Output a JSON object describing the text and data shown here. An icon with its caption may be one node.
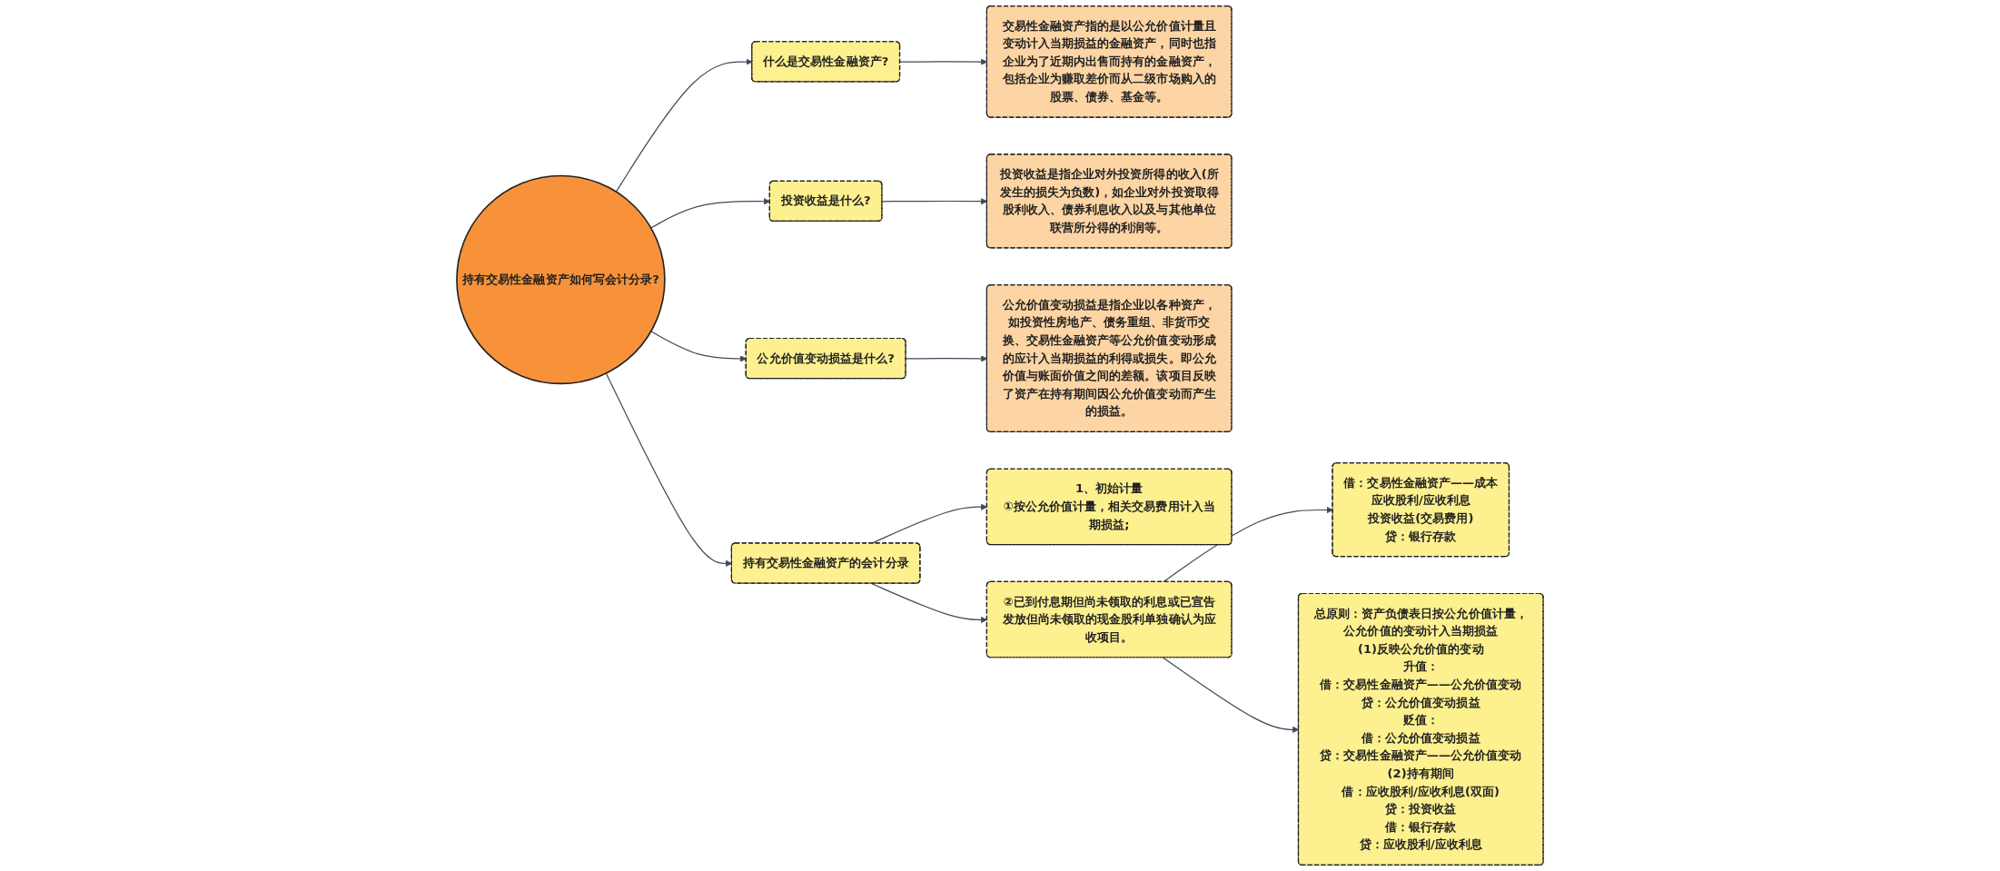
{
  "diagram": {
    "nodes": [
      {
        "text": [
          "持有交易性金融资产如何写会计分录?"
        ]
      },
      {
        "text": [
          "什么是交易性金融资产?"
        ]
      },
      {
        "text": [
          "交易性金融资产指的是以公允价值计量且变动计入当期损益的金融资产，同时也指企业为了近期内出售而持有的金融资产，包括企业为赚取差价而从二级市场购入的股票、债券、基金等。"
        ]
      },
      {
        "text": [
          "投资收益是什么?"
        ]
      },
      {
        "text": [
          "投资收益是指企业对外投资所得的收入(所发生的损失为负数)，如企业对外投资取得股利收入、债券利息收入以及与其他单位联营所分得的利润等。"
        ]
      },
      {
        "text": [
          "公允价值变动损益是什么?"
        ]
      },
      {
        "text": [
          "公允价值变动损益是指企业以各种资产，如投资性房地产、债务重组、非货币交换、交易性金融资产等公允价值变动形成的应计入当期损益的利得或损失。即公允价值与账面价值之间的差额。该项目反映了资产在持有期间因公允价值变动而产生的损益。"
        ]
      },
      {
        "text": [
          "持有交易性金融资产的会计分录"
        ]
      },
      {
        "text": [
          "1、初始计量",
          "①按公允价值计量，相关交易费用计入当期损益;"
        ]
      },
      {
        "text": [
          "②已到付息期但尚未领取的利息或已宣告发放但尚未领取的现金股利单独确认为应收项目。"
        ]
      },
      {
        "text": [
          "借：交易性金融资产——成本",
          "应收股利/应收利息",
          "投资收益(交易费用)",
          "贷：银行存款"
        ]
      },
      {
        "text": [
          "总原则：资产负债表日按公允价值计量，公允价值的变动计入当期损益",
          "(1)反映公允价值的变动",
          "升值：",
          "借：交易性金融资产——公允价值变动",
          "贷：公允价值变动损益",
          "贬值：",
          "借：公允价值变动损益",
          "贷：交易性金融资产——公允价值变动",
          "(2)持有期间",
          "借：应收股利/应收利息(双面)",
          "贷：投资收益",
          "借：银行存款",
          "贷：应收股利/应收利息"
        ]
      }
    ],
    "edges": [
      {
        "from": 0,
        "to": 1,
        "arrow": "to"
      },
      {
        "from": 1,
        "to": 2,
        "arrow": "to"
      },
      {
        "from": 0,
        "to": 3,
        "arrow": "to"
      },
      {
        "from": 3,
        "to": 4,
        "arrow": "to"
      },
      {
        "from": 0,
        "to": 5,
        "arrow": "to"
      },
      {
        "from": 5,
        "to": 6,
        "arrow": "to"
      },
      {
        "from": 0,
        "to": 7,
        "arrow": "to"
      },
      {
        "from": 7,
        "to": 8,
        "arrow": "to"
      },
      {
        "from": 7,
        "to": 9,
        "arrow": "to"
      },
      {
        "from": 9,
        "to": 10,
        "arrow": "to"
      },
      {
        "from": 9,
        "to": 11,
        "arrow": "to"
      }
    ]
  }
}
